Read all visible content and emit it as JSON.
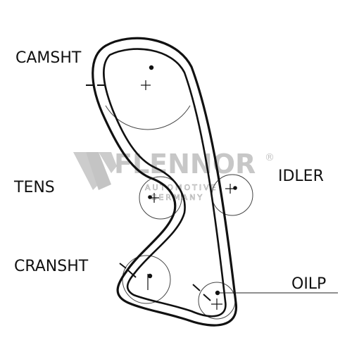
{
  "labels": {
    "camshaft": "CAMSHT",
    "tensioner": "TENS",
    "idler": "IDLER",
    "crankshaft": "CRANSHT",
    "oil_pump": "OILP"
  },
  "watermark": {
    "brand": "FLENNOR",
    "registered": "®",
    "line1": "AUTOMOTIVE",
    "line2": "GERMANY"
  },
  "colors": {
    "belt": "#111111",
    "line": "#222222",
    "watermark": "#9a9a9a"
  }
}
